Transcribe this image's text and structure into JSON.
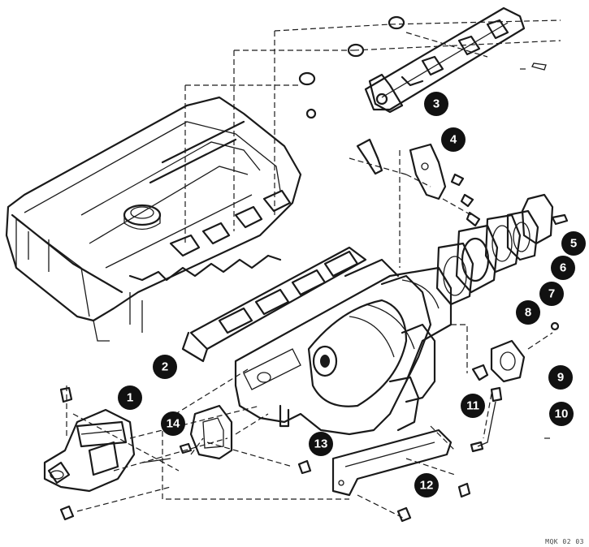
{
  "diagram": {
    "callouts": [
      {
        "id": 1,
        "label": "1"
      },
      {
        "id": 2,
        "label": "2"
      },
      {
        "id": 3,
        "label": "3"
      },
      {
        "id": 4,
        "label": "4"
      },
      {
        "id": 5,
        "label": "5"
      },
      {
        "id": 6,
        "label": "6"
      },
      {
        "id": 7,
        "label": "7"
      },
      {
        "id": 8,
        "label": "8"
      },
      {
        "id": 9,
        "label": "9"
      },
      {
        "id": 10,
        "label": "10"
      },
      {
        "id": 11,
        "label": "11"
      },
      {
        "id": 12,
        "label": "12"
      },
      {
        "id": 13,
        "label": "13"
      },
      {
        "id": 14,
        "label": "14"
      }
    ],
    "reference_code": "MQK 02 03"
  },
  "colors": {
    "line": "#1a1a1a",
    "background": "#ffffff",
    "callout_fill": "#111111",
    "callout_text": "#ffffff"
  }
}
